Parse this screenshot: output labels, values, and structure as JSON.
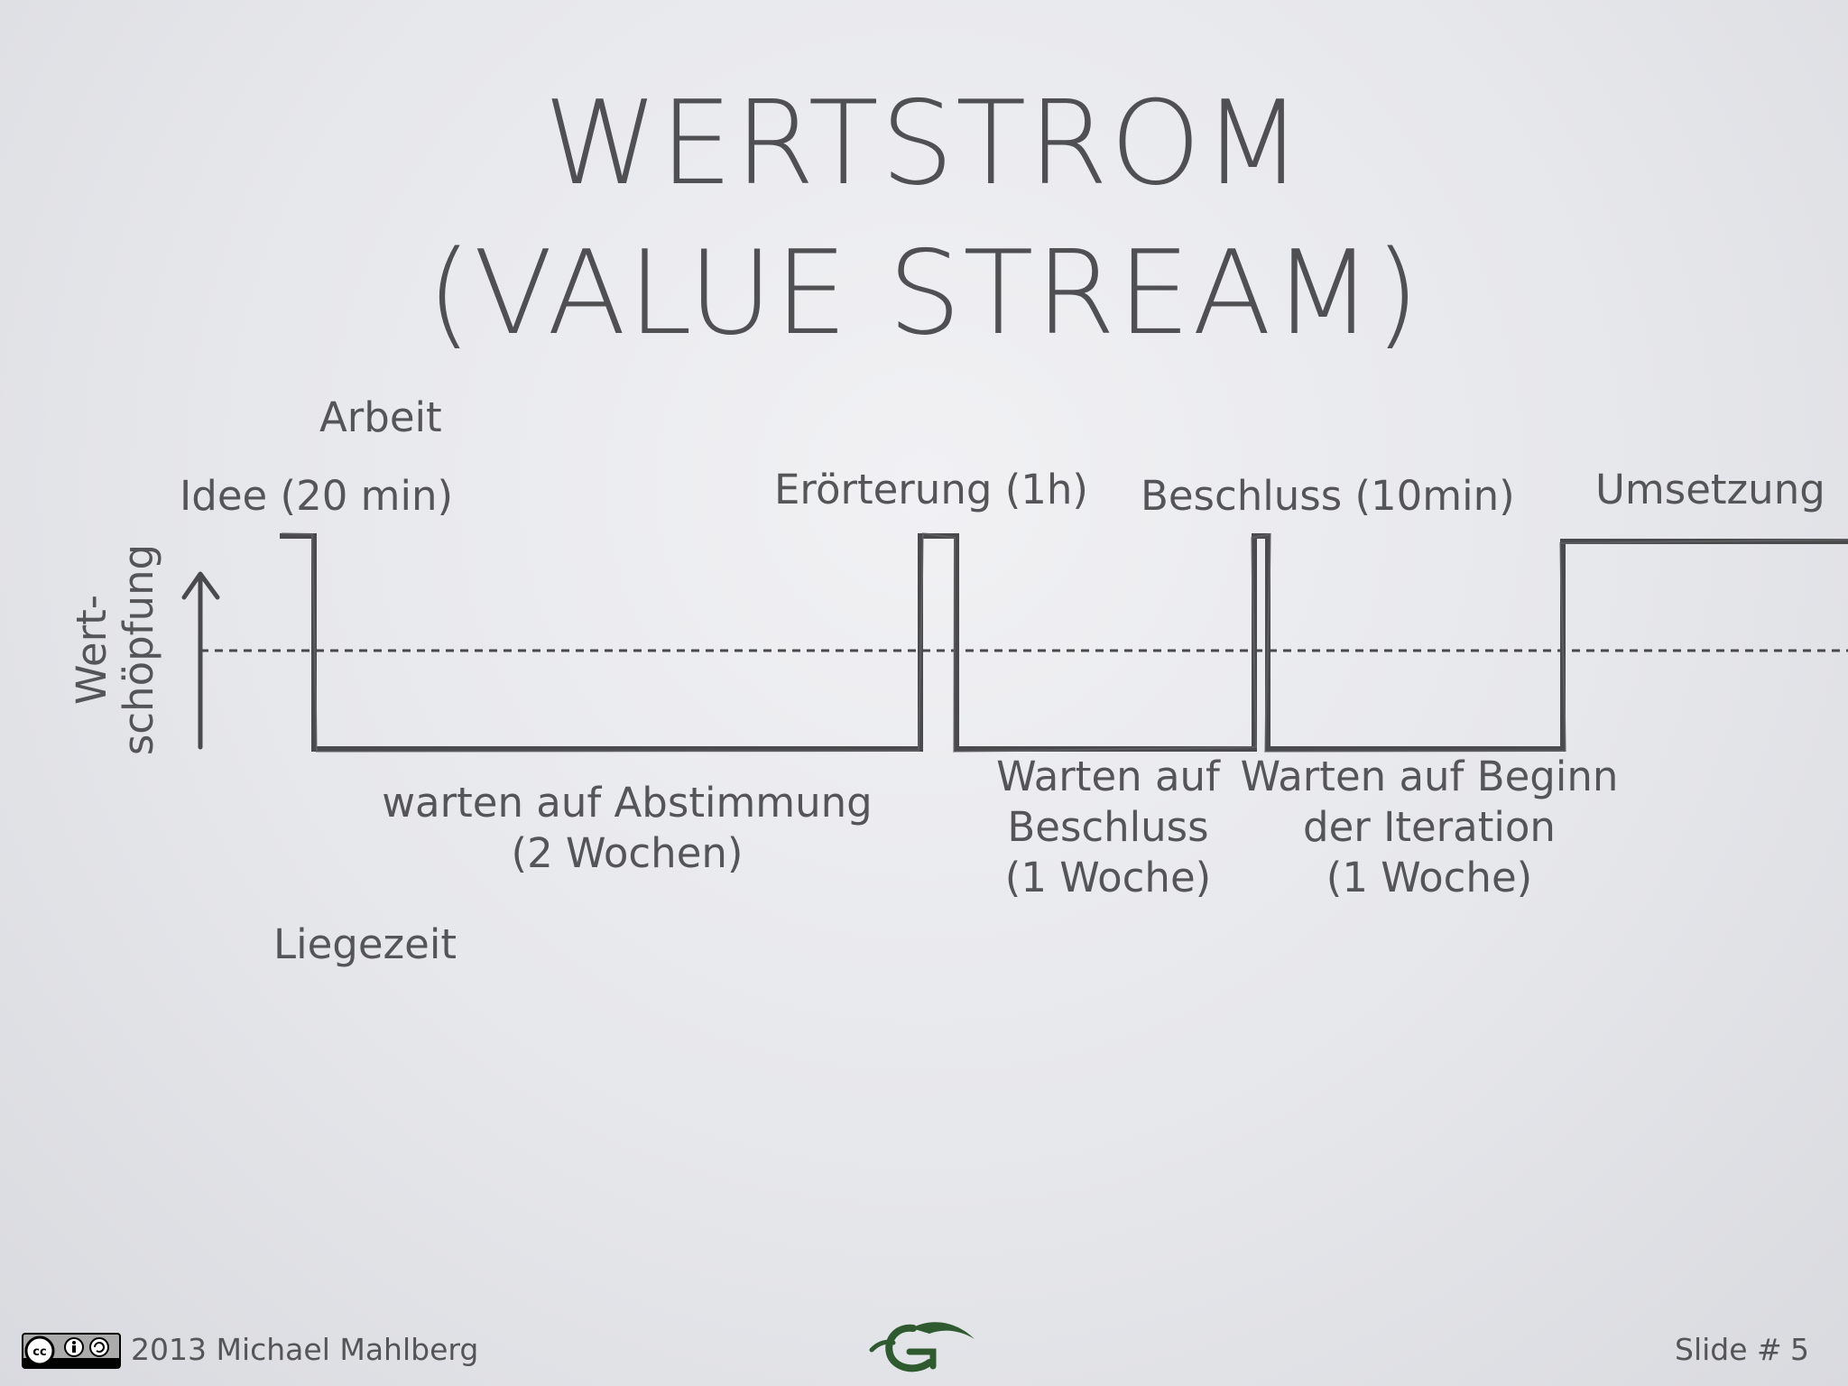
{
  "title": {
    "line1": "WERTSTROM",
    "line2": "(VALUE STREAM)"
  },
  "diagram": {
    "y_axis_label": [
      "Wert-",
      "schöpfung"
    ],
    "arbeit_label": "Arbeit",
    "liegezeit_label": "Liegezeit",
    "work_steps": [
      "Idee (20 min)",
      "Erörterung  (1h)",
      "Beschluss (10min)",
      "Umsetzung"
    ],
    "wait_steps": [
      [
        "warten auf Abstimmung",
        "(2 Wochen)"
      ],
      [
        "Warten auf",
        "Beschluss",
        "(1 Woche)"
      ],
      [
        "Warten auf Beginn",
        "der Iteration",
        "(1 Woche)"
      ]
    ]
  },
  "footer": {
    "license_badge": "cc-by-sa",
    "copyright": "2013 Michael Mahlberg",
    "slide_label": "Slide #",
    "slide_number": "5"
  },
  "colors": {
    "stroke": "#4a4a4d",
    "text": "#555558",
    "logo_green": "#2f5a2f"
  }
}
